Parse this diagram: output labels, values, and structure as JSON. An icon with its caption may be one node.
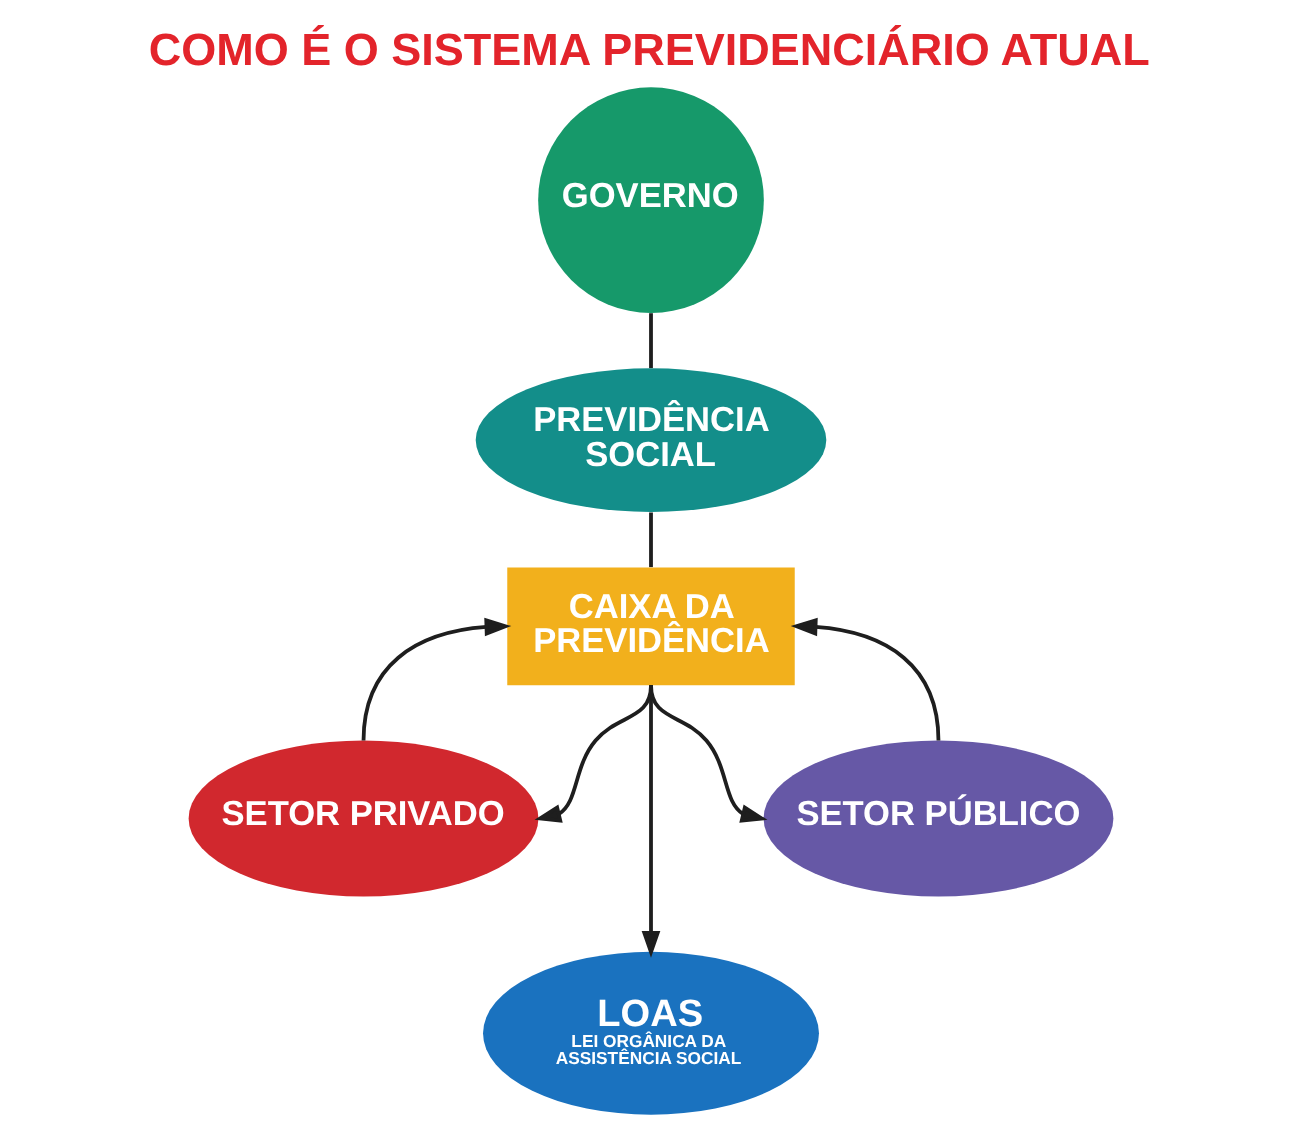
{
  "diagram": {
    "title": "COMO É O SISTEMA PREVIDENCIÁRIO ATUAL",
    "nodes": [
      {
        "text": [
          "GOVERNO"
        ]
      },
      {
        "text": [
          "PREVIDÊNCIA SOCIAL"
        ]
      },
      {
        "text": [
          "CAIXA DA PREVIDÊNCIA"
        ]
      },
      {
        "text": [
          "SETOR PRIVADO"
        ]
      },
      {
        "text": [
          "SETOR PÚBLICO"
        ]
      },
      {
        "text": [
          "LOAS",
          "LEI ORGÂNICA DA ASSISTÊNCIA SOCIAL"
        ]
      }
    ],
    "edges": [
      {
        "from": 0,
        "to": 1,
        "arrow": "none"
      },
      {
        "from": 1,
        "to": 2,
        "arrow": "none"
      },
      {
        "from": 3,
        "to": 2,
        "arrow": "to"
      },
      {
        "from": 4,
        "to": 2,
        "arrow": "to"
      },
      {
        "from": 2,
        "to": 3,
        "arrow": "to"
      },
      {
        "from": 2,
        "to": 5,
        "arrow": "to"
      },
      {
        "from": 2,
        "to": 4,
        "arrow": "to"
      }
    ]
  }
}
